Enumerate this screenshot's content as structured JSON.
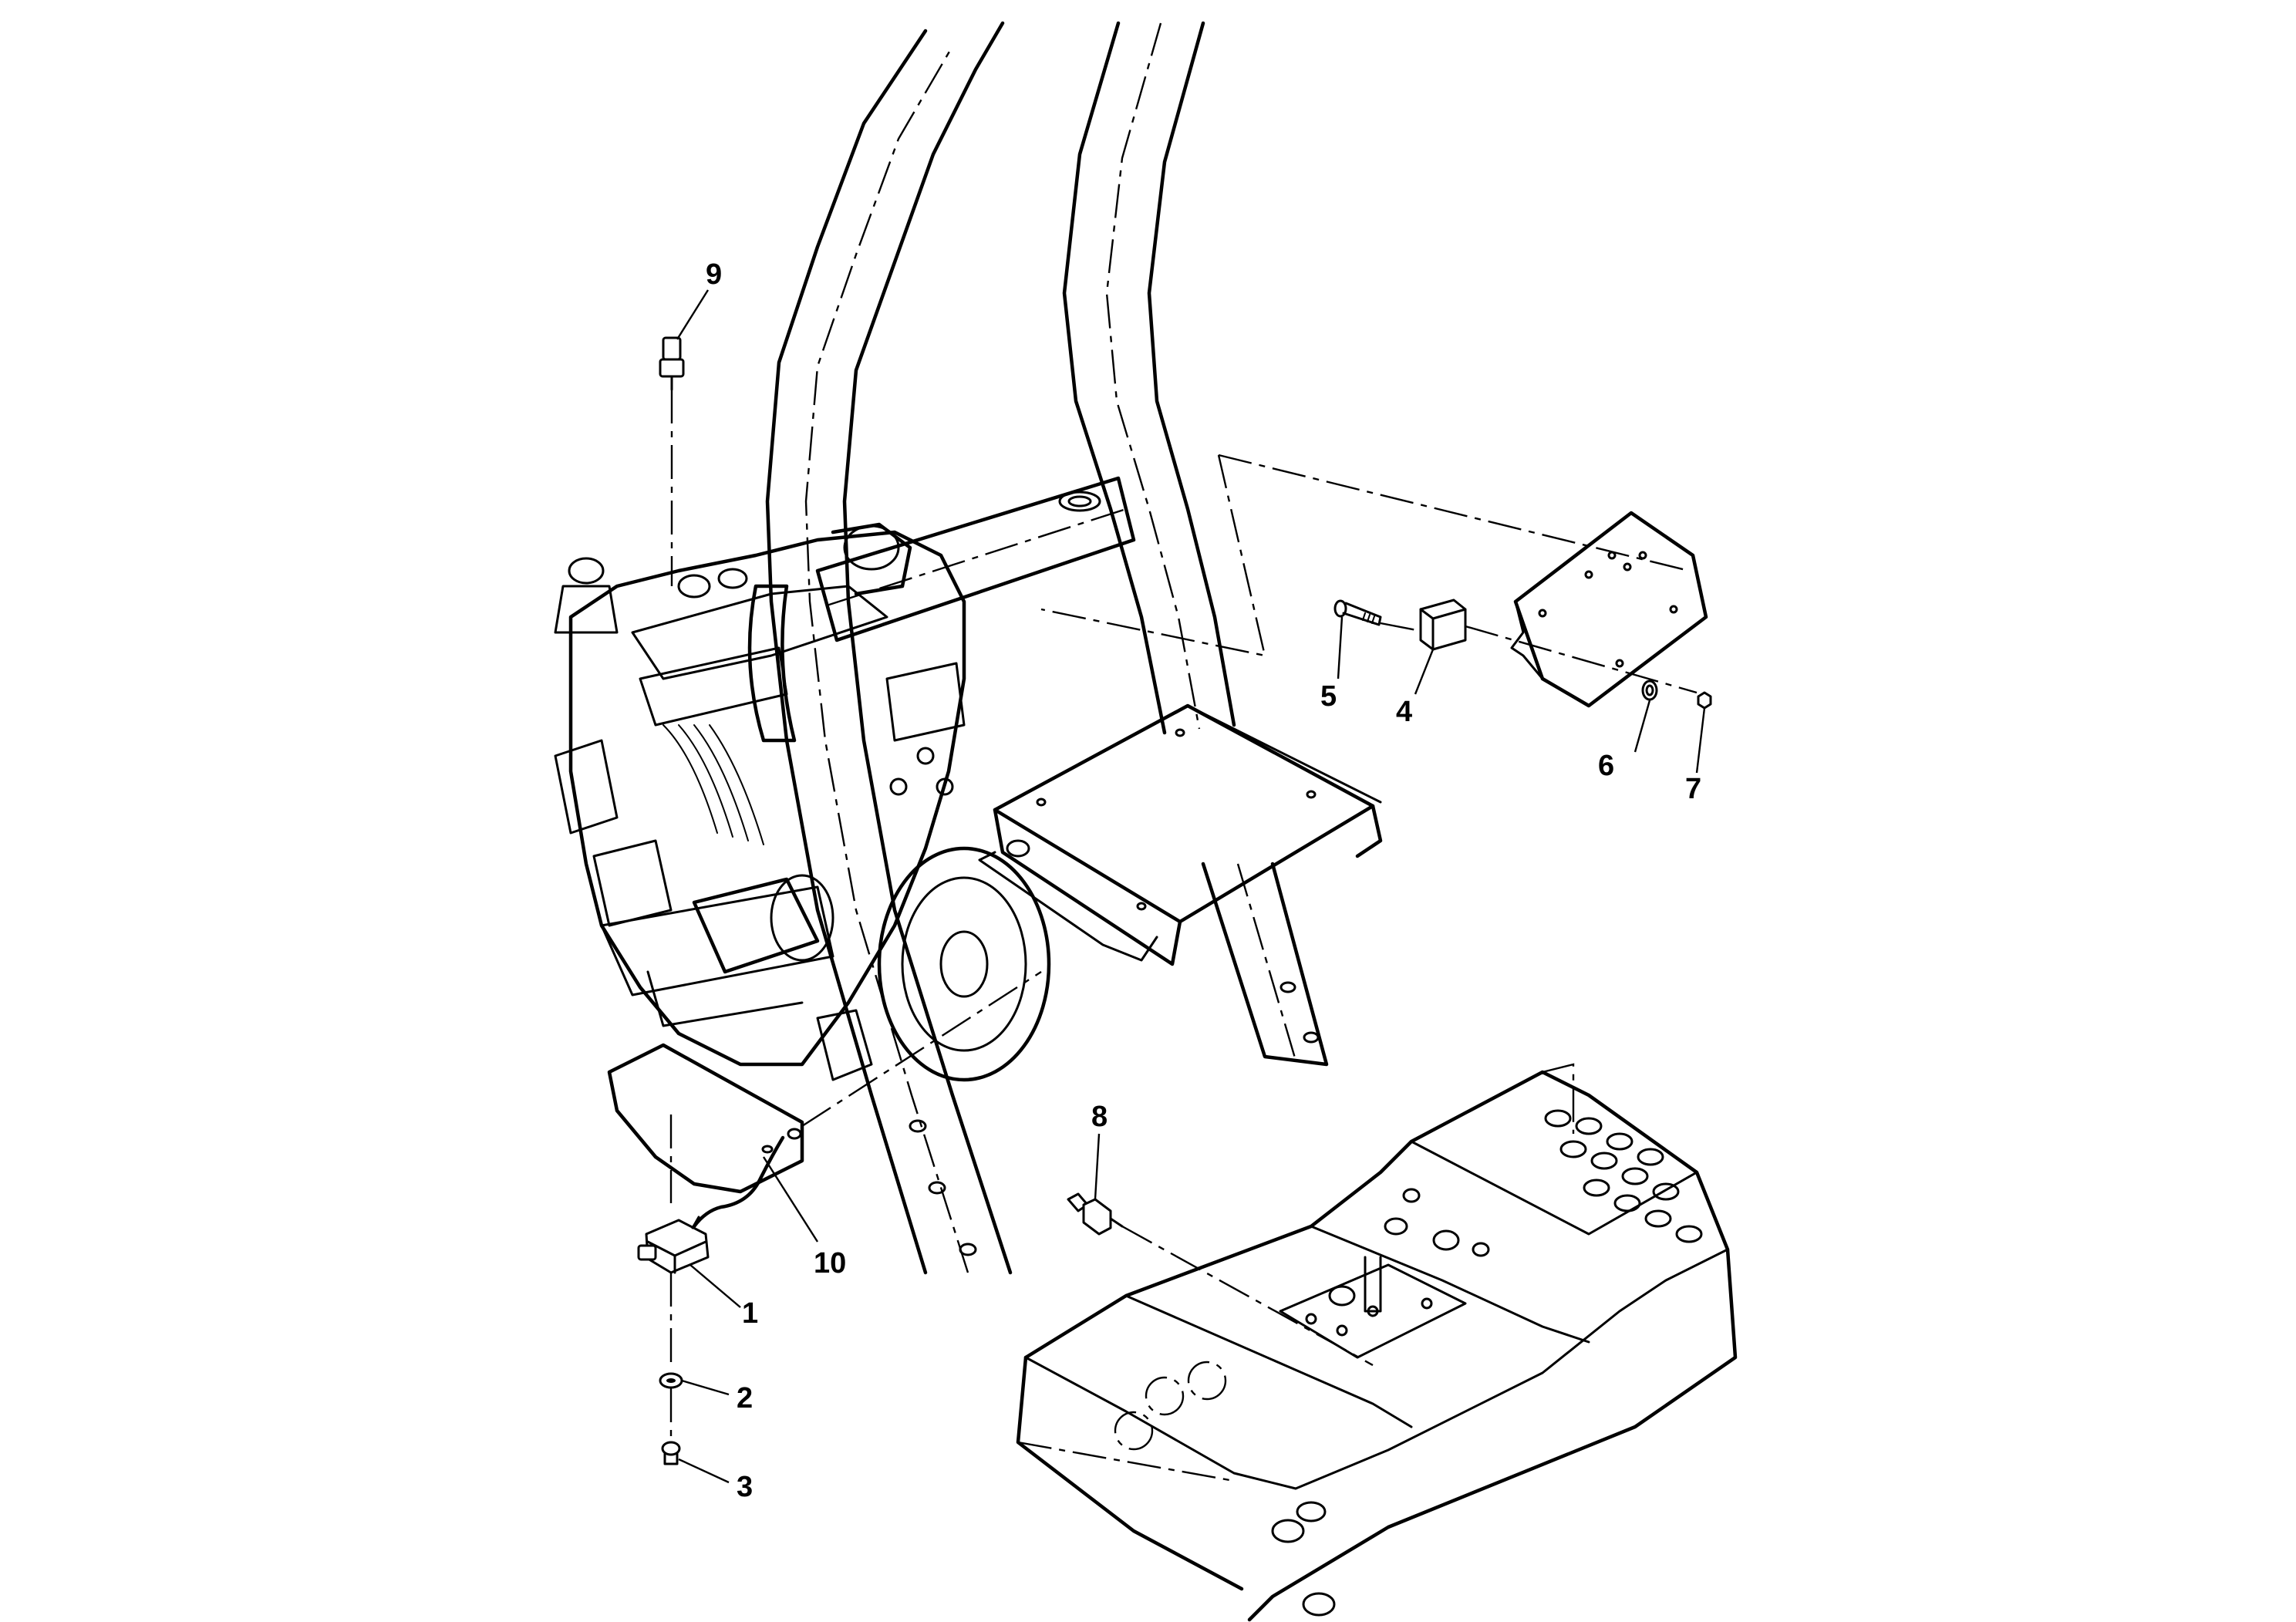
{
  "figure": {
    "callouts": [
      {
        "id": "c1",
        "label": "1"
      },
      {
        "id": "c2",
        "label": "2"
      },
      {
        "id": "c3",
        "label": "3"
      },
      {
        "id": "c4",
        "label": "4"
      },
      {
        "id": "c5",
        "label": "5"
      },
      {
        "id": "c6",
        "label": "6"
      },
      {
        "id": "c7",
        "label": "7"
      },
      {
        "id": "c8",
        "label": "8"
      },
      {
        "id": "c9",
        "label": "9"
      },
      {
        "id": "c10",
        "label": "10"
      }
    ]
  }
}
